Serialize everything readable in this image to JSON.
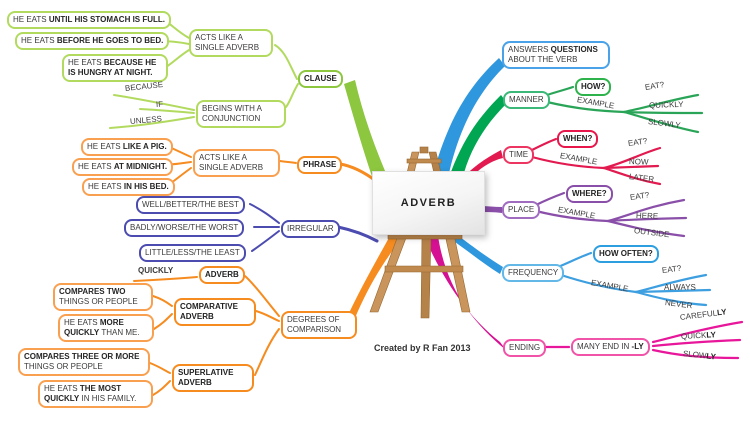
{
  "center": {
    "title": "ADVERB"
  },
  "credit": "Created by R Fan 2013",
  "left": {
    "clause": {
      "label": "CLAUSE",
      "acts": "ACTS LIKE A SINGLE ADVERB",
      "ex1": {
        "t": "HE EATS ",
        "b": "UNTIL HIS STOMACH IS FULL."
      },
      "ex2": {
        "t": "HE EATS ",
        "b": "BEFORE HE GOES TO BED."
      },
      "ex3": {
        "t": "HE EATS ",
        "b": "BECAUSE HE IS HUNGRY AT NIGHT."
      },
      "begins": "BEGINS WITH A CONJUNCTION",
      "conj1": "BECAUSE",
      "conj2": "IF",
      "conj3": "UNLESS"
    },
    "phrase": {
      "label": "PHRASE",
      "acts": "ACTS LIKE A SINGLE ADVERB",
      "ex1": {
        "t": "HE EATS ",
        "b": "LIKE A PIG."
      },
      "ex2": {
        "t": "HE EATS ",
        "b": "AT MIDNIGHT."
      },
      "ex3": {
        "t": "HE EATS ",
        "b": "IN HIS BED."
      }
    },
    "irregular": {
      "label": "IRREGULAR",
      "item1": "WELL/BETTER/THE BEST",
      "item2": "BADLY/WORSE/THE WORST",
      "item3": "LITTLE/LESS/THE LEAST"
    },
    "degrees": {
      "label": "DEGREES OF COMPARISON",
      "adverb": {
        "label": "ADVERB",
        "example": "QUICKLY"
      },
      "comparative": {
        "label": "COMPARATIVE ADVERB",
        "def": {
          "b": "COMPARES TWO",
          "t": " THINGS OR PEOPLE"
        },
        "ex": {
          "t": "HE EATS ",
          "b": "MORE QUICKLY",
          "t2": " THAN ME."
        }
      },
      "superlative": {
        "label": "SUPERLATIVE ADVERB",
        "def": {
          "b": "COMPARES THREE OR MORE",
          "t": " THINGS OR PEOPLE"
        },
        "ex": {
          "t": "HE EATS ",
          "b": "THE MOST QUICKLY",
          "t2": " IN HIS FAMILY."
        }
      }
    }
  },
  "right": {
    "answers": {
      "t": "ANSWERS ",
      "b": "QUESTIONS",
      "t2": " ABOUT THE VERB"
    },
    "manner": {
      "label": "MANNER",
      "question": "HOW?",
      "example": "EXAMPLE",
      "eat": "EAT?",
      "w1": "QUICKLY",
      "w2": "SLOWLY"
    },
    "time": {
      "label": "TIME",
      "question": "WHEN?",
      "example": "EXAMPLE",
      "eat": "EAT?",
      "w1": "NOW",
      "w2": "LATER"
    },
    "place": {
      "label": "PLACE",
      "question": "WHERE?",
      "example": "EXAMPLE",
      "eat": "EAT?",
      "w1": "HERE",
      "w2": "OUTSIDE"
    },
    "frequency": {
      "label": "FREQUENCY",
      "question": "HOW OFTEN?",
      "example": "EXAMPLE",
      "eat": "EAT?",
      "w1": "ALWAYS",
      "w2": "NEVER"
    },
    "ending": {
      "label": "ENDING",
      "many": {
        "t": "MANY END IN ",
        "b": "-LY"
      },
      "w1": {
        "t": "CAREFUL",
        "b": "LY"
      },
      "w2": {
        "t": "QUICK",
        "b": "LY"
      },
      "w3": {
        "t": "SLOW",
        "b": "LY"
      }
    }
  },
  "colors": {
    "lime": "#8dc63f",
    "orange": "#f68b1f",
    "indigo": "#4c4cb0",
    "green": "#00a651",
    "blue": "#2e97dd",
    "red": "#e21a4f",
    "purple": "#8a4fa8",
    "magenta": "#d61092",
    "pink": "#f053a8",
    "text": "#3b3b3b"
  }
}
